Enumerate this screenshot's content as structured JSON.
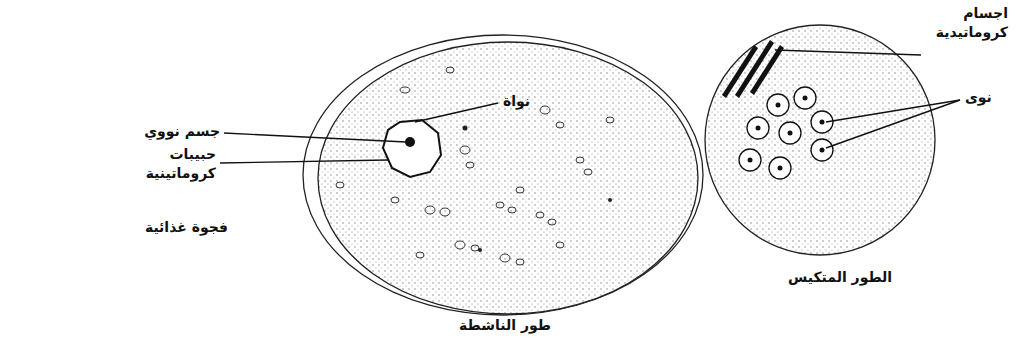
{
  "diagram": {
    "labels": [
      "اجسام كروماتيدية",
      "نواة",
      "جسم نووي",
      "حبيبات كروماتينية",
      "فجوة غذائية",
      "طور الناشطة",
      "نوى",
      "الطور المتكيس"
    ]
  }
}
